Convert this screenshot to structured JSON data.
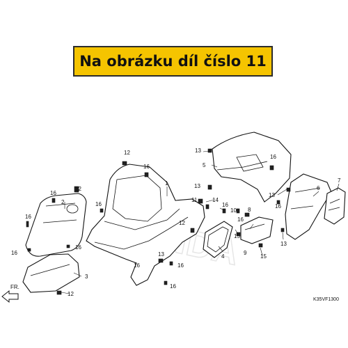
{
  "banner": {
    "text": "Na obrázku díl číslo 11"
  },
  "diagram": {
    "code": "K35VF1300",
    "front_marker": "FR.",
    "watermark": "HONDA",
    "callouts": [
      "1",
      "2",
      "3",
      "4",
      "5",
      "6",
      "7",
      "8",
      "9",
      "10",
      "11",
      "12",
      "13",
      "14",
      "15",
      "16"
    ]
  },
  "colors": {
    "banner_bg": "#f5c400",
    "line": "#111111"
  }
}
